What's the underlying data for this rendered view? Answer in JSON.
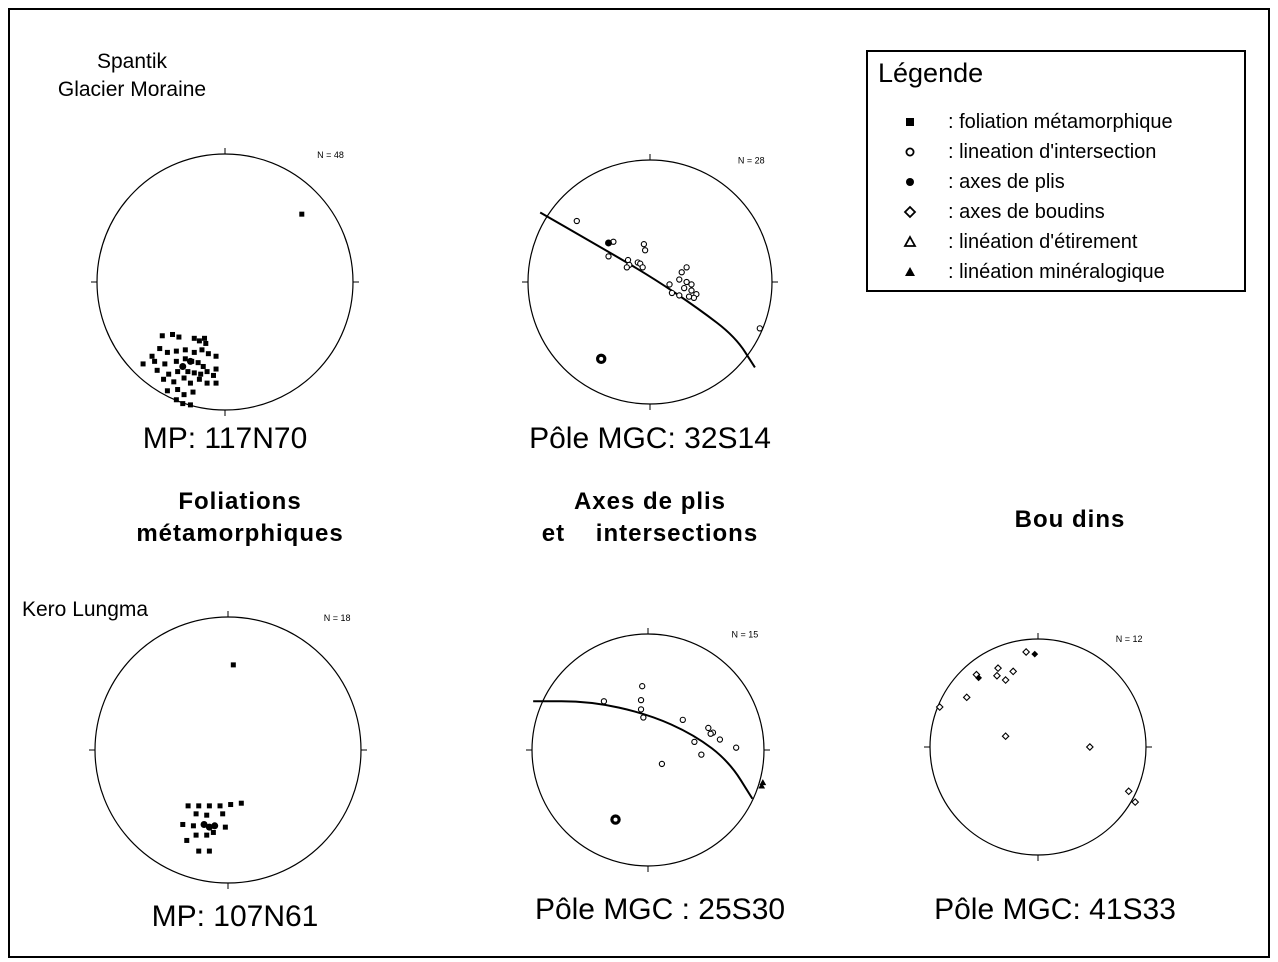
{
  "sites": {
    "spantik": "Spantik\nGlacier Moraine",
    "kero": "Kero Lungma"
  },
  "legend": {
    "title": "Légende",
    "items": [
      {
        "symbol": "square-filled",
        "label": ": foliation métamorphique"
      },
      {
        "symbol": "circle-open",
        "label": ":  lineation d'intersection"
      },
      {
        "symbol": "circle-filled",
        "label": ": axes de plis"
      },
      {
        "symbol": "diamond-open",
        "label": ": axes de boudins"
      },
      {
        "symbol": "triangle-open",
        "label": ": linéation d'étirement"
      },
      {
        "symbol": "triangle-filled",
        "label": ": linéation minéralogique"
      }
    ]
  },
  "headings": {
    "foliations": "Foliations\nmétamorphiques",
    "plis": "Axes de plis\net    intersections",
    "boudins": "Bou dins"
  },
  "captions": {
    "s1": "MP: 117N70",
    "s2": "Pôle MGC: 32S14",
    "s3": "MP: 107N61",
    "s4": "Pôle MGC : 25S30",
    "s5": "Pôle MGC: 41S33"
  },
  "chart_data": [
    {
      "type": "scatter",
      "id": "s1",
      "n_label": "N = 48",
      "caption": "MP: 117N70",
      "series": [
        {
          "symbol": "square-filled",
          "points": [
            [
              0.6,
              -0.53
            ],
            [
              -0.49,
              0.42
            ],
            [
              -0.41,
              0.41
            ],
            [
              -0.36,
              0.43
            ],
            [
              -0.24,
              0.44
            ],
            [
              -0.2,
              0.46
            ],
            [
              -0.16,
              0.44
            ],
            [
              -0.15,
              0.48
            ],
            [
              -0.57,
              0.58
            ],
            [
              -0.51,
              0.52
            ],
            [
              -0.45,
              0.55
            ],
            [
              -0.38,
              0.54
            ],
            [
              -0.31,
              0.53
            ],
            [
              -0.24,
              0.55
            ],
            [
              -0.18,
              0.53
            ],
            [
              -0.13,
              0.56
            ],
            [
              -0.07,
              0.58
            ],
            [
              -0.64,
              0.64
            ],
            [
              -0.55,
              0.62
            ],
            [
              -0.47,
              0.64
            ],
            [
              -0.38,
              0.62
            ],
            [
              -0.31,
              0.6
            ],
            [
              -0.26,
              0.62
            ],
            [
              -0.21,
              0.63
            ],
            [
              -0.17,
              0.66
            ],
            [
              -0.07,
              0.68
            ],
            [
              -0.53,
              0.69
            ],
            [
              -0.44,
              0.72
            ],
            [
              -0.37,
              0.7
            ],
            [
              -0.29,
              0.7
            ],
            [
              -0.24,
              0.71
            ],
            [
              -0.19,
              0.72
            ],
            [
              -0.14,
              0.7
            ],
            [
              -0.09,
              0.73
            ],
            [
              -0.48,
              0.76
            ],
            [
              -0.4,
              0.78
            ],
            [
              -0.32,
              0.75
            ],
            [
              -0.27,
              0.79
            ],
            [
              -0.2,
              0.76
            ],
            [
              -0.14,
              0.79
            ],
            [
              -0.07,
              0.79
            ],
            [
              -0.45,
              0.85
            ],
            [
              -0.37,
              0.84
            ],
            [
              -0.32,
              0.88
            ],
            [
              -0.25,
              0.86
            ],
            [
              -0.38,
              0.92
            ],
            [
              -0.33,
              0.95
            ],
            [
              -0.27,
              0.96
            ]
          ]
        },
        {
          "symbol": "circle-filled",
          "points": [
            [
              -0.27,
              0.62
            ],
            [
              -0.33,
              0.66
            ]
          ]
        }
      ]
    },
    {
      "type": "scatter",
      "id": "s2",
      "n_label": "N = 28",
      "caption": "Pôle MGC: 32S14",
      "great_circle": [
        [
          -0.9,
          -0.57
        ],
        [
          -0.5,
          -0.34
        ],
        [
          0.0,
          -0.05
        ],
        [
          0.4,
          0.22
        ],
        [
          0.7,
          0.45
        ],
        [
          0.86,
          0.7
        ]
      ],
      "series": [
        {
          "symbol": "circle-open",
          "points": [
            [
              -0.6,
              -0.5
            ],
            [
              -0.3,
              -0.33
            ],
            [
              -0.05,
              -0.31
            ],
            [
              -0.04,
              -0.26
            ],
            [
              -0.34,
              -0.21
            ],
            [
              -0.18,
              -0.18
            ],
            [
              -0.1,
              -0.16
            ],
            [
              -0.08,
              -0.15
            ],
            [
              -0.06,
              -0.12
            ],
            [
              -0.17,
              -0.14
            ],
            [
              -0.19,
              -0.12
            ],
            [
              0.3,
              -0.12
            ],
            [
              0.26,
              -0.08
            ],
            [
              0.24,
              -0.02
            ],
            [
              0.3,
              0.0
            ],
            [
              0.34,
              0.02
            ],
            [
              0.16,
              0.02
            ],
            [
              0.28,
              0.05
            ],
            [
              0.34,
              0.07
            ],
            [
              0.18,
              0.09
            ],
            [
              0.38,
              0.1
            ],
            [
              0.36,
              0.13
            ],
            [
              0.32,
              0.12
            ],
            [
              0.24,
              0.11
            ],
            [
              0.9,
              0.38
            ]
          ]
        },
        {
          "symbol": "circle-filled",
          "points": [
            [
              -0.34,
              -0.32
            ]
          ]
        },
        {
          "symbol": "circle-filled-large",
          "points": [
            [
              -0.4,
              0.63
            ]
          ]
        }
      ]
    },
    {
      "type": "scatter",
      "id": "s3",
      "n_label": "N = 18",
      "caption": "MP: 107N61",
      "series": [
        {
          "symbol": "square-filled",
          "points": [
            [
              0.04,
              -0.64
            ],
            [
              -0.3,
              0.42
            ],
            [
              -0.22,
              0.42
            ],
            [
              -0.14,
              0.42
            ],
            [
              -0.06,
              0.42
            ],
            [
              0.02,
              0.41
            ],
            [
              0.1,
              0.4
            ],
            [
              -0.24,
              0.48
            ],
            [
              -0.16,
              0.49
            ],
            [
              -0.04,
              0.48
            ],
            [
              -0.34,
              0.56
            ],
            [
              -0.26,
              0.57
            ],
            [
              -0.18,
              0.56
            ],
            [
              -0.02,
              0.58
            ],
            [
              -0.24,
              0.64
            ],
            [
              -0.16,
              0.64
            ],
            [
              -0.11,
              0.62
            ],
            [
              -0.31,
              0.68
            ],
            [
              -0.22,
              0.76
            ],
            [
              -0.14,
              0.76
            ]
          ]
        },
        {
          "symbol": "circle-filled",
          "points": [
            [
              -0.18,
              0.56
            ],
            [
              -0.14,
              0.58
            ],
            [
              -0.1,
              0.57
            ]
          ]
        }
      ]
    },
    {
      "type": "scatter",
      "id": "s4",
      "n_label": "N = 15",
      "caption": "Pôle MGC : 25S30",
      "great_circle": [
        [
          -0.99,
          -0.42
        ],
        [
          -0.5,
          -0.42
        ],
        [
          0.0,
          -0.31
        ],
        [
          0.4,
          -0.13
        ],
        [
          0.7,
          0.1
        ],
        [
          0.9,
          0.42
        ]
      ],
      "series": [
        {
          "symbol": "circle-open",
          "points": [
            [
              -0.38,
              -0.42
            ],
            [
              -0.05,
              -0.55
            ],
            [
              -0.06,
              -0.43
            ],
            [
              -0.06,
              -0.35
            ],
            [
              -0.04,
              -0.28
            ],
            [
              0.3,
              -0.26
            ],
            [
              0.52,
              -0.19
            ],
            [
              0.56,
              -0.15
            ],
            [
              0.54,
              -0.14
            ],
            [
              0.62,
              -0.09
            ],
            [
              0.4,
              -0.07
            ],
            [
              0.76,
              -0.02
            ],
            [
              0.46,
              0.04
            ],
            [
              0.12,
              0.12
            ]
          ]
        },
        {
          "symbol": "triangle-filled",
          "points": [
            [
              0.99,
              0.28
            ],
            [
              0.98,
              0.31
            ]
          ]
        },
        {
          "symbol": "circle-filled-large",
          "points": [
            [
              -0.28,
              0.6
            ]
          ]
        }
      ]
    },
    {
      "type": "scatter",
      "id": "s5",
      "n_label": "N = 12",
      "caption": "Pôle MGC: 41S33",
      "series": [
        {
          "symbol": "diamond-open",
          "points": [
            [
              -0.91,
              -0.37
            ],
            [
              -0.66,
              -0.46
            ],
            [
              -0.57,
              -0.67
            ],
            [
              -0.38,
              -0.66
            ],
            [
              -0.23,
              -0.7
            ],
            [
              -0.37,
              -0.73
            ],
            [
              -0.11,
              -0.88
            ],
            [
              -0.3,
              -0.62
            ],
            [
              -0.3,
              -0.1
            ],
            [
              0.48,
              0.0
            ],
            [
              0.9,
              0.51
            ],
            [
              0.84,
              0.41
            ]
          ]
        },
        {
          "symbol": "diamond-filled",
          "points": [
            [
              -0.55,
              -0.64
            ],
            [
              -0.03,
              -0.86
            ]
          ]
        }
      ]
    }
  ]
}
